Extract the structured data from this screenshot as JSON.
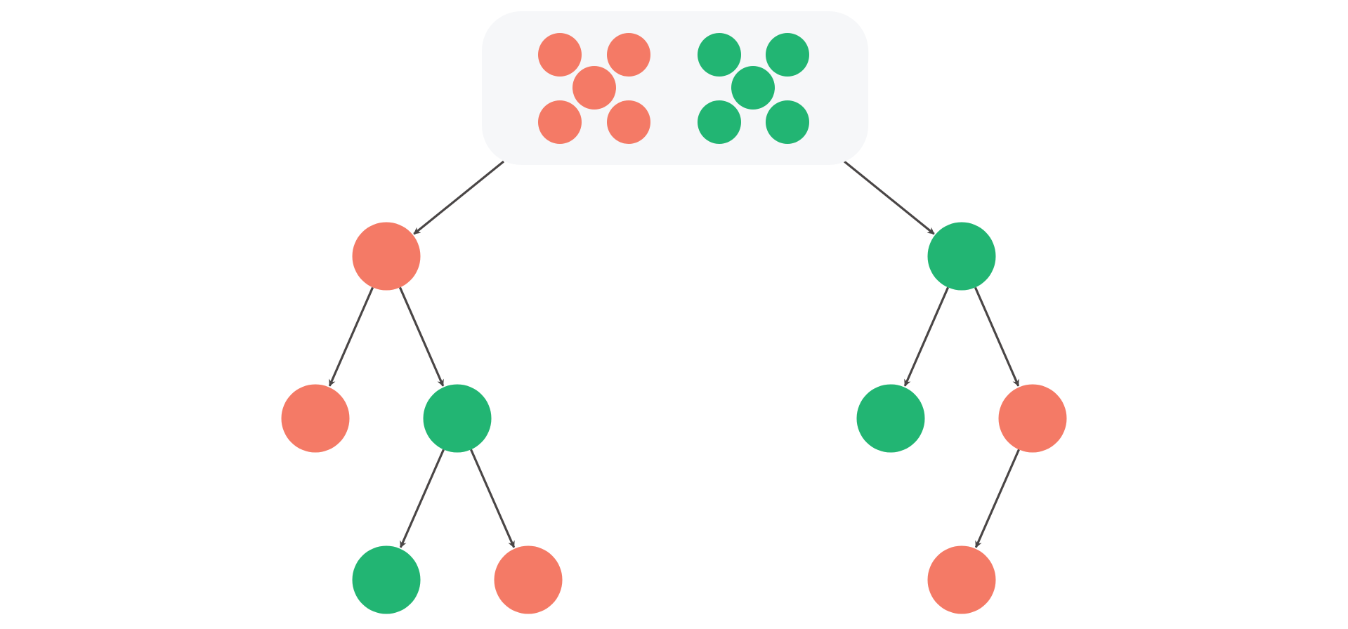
{
  "colors": {
    "red": "#f47a66",
    "green": "#22b573",
    "edge": "#4a4646",
    "panel": "#f6f7f9"
  },
  "root_group": {
    "points": [
      {
        "color": "red"
      },
      {
        "color": "red"
      },
      {
        "color": "red"
      },
      {
        "color": "red"
      },
      {
        "color": "red"
      },
      {
        "color": "green"
      },
      {
        "color": "green"
      },
      {
        "color": "green"
      },
      {
        "color": "green"
      },
      {
        "color": "green"
      }
    ]
  },
  "tree": {
    "nodes": [
      {
        "id": "L1",
        "color": "red",
        "parent": "root"
      },
      {
        "id": "R1",
        "color": "green",
        "parent": "root"
      },
      {
        "id": "L1a",
        "color": "red",
        "parent": "L1"
      },
      {
        "id": "L1b",
        "color": "green",
        "parent": "L1"
      },
      {
        "id": "L1b-a",
        "color": "green",
        "parent": "L1b"
      },
      {
        "id": "L1b-b",
        "color": "red",
        "parent": "L1b"
      },
      {
        "id": "R1a",
        "color": "green",
        "parent": "R1"
      },
      {
        "id": "R1b",
        "color": "red",
        "parent": "R1"
      },
      {
        "id": "R1b-a",
        "color": "red",
        "parent": "R1b"
      }
    ]
  }
}
